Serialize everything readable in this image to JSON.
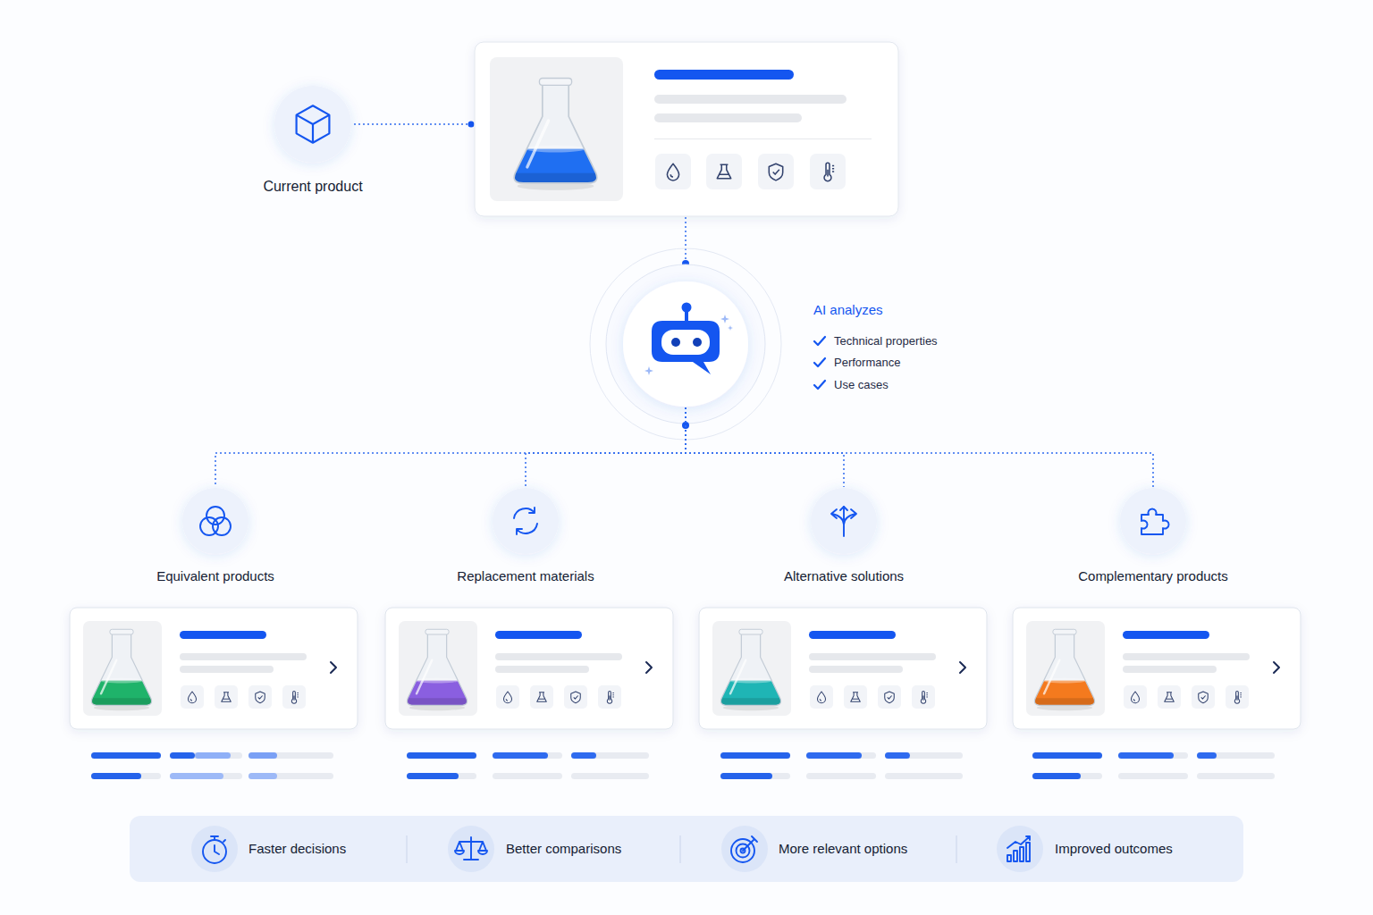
{
  "diagram": {
    "nodes": [
      {
        "text": [
          "Current product"
        ]
      },
      {
        "text": [
          "AI analyzes",
          "Technical properties",
          "Performance",
          "Use cases"
        ]
      },
      {
        "text": [
          "Equivalent products"
        ]
      },
      {
        "text": [
          "Replacement materials"
        ]
      },
      {
        "text": [
          "Alternative solutions"
        ]
      },
      {
        "text": [
          "Complementary products"
        ]
      },
      {
        "text": [
          "Faster decisions",
          "Better comparisons",
          "More relevant options",
          "Improved outcomes"
        ]
      }
    ],
    "edges": [
      {
        "from": 1,
        "to": 2,
        "arrow": "none"
      },
      {
        "from": 1,
        "to": 3,
        "arrow": "none"
      },
      {
        "from": 1,
        "to": 4,
        "arrow": "none"
      },
      {
        "from": 1,
        "to": 5,
        "arrow": "none"
      }
    ]
  }
}
